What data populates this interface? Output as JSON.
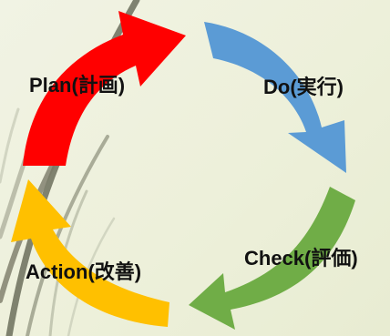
{
  "cycle": {
    "plan": {
      "label": "Plan(計画)",
      "color": "#ff0000"
    },
    "do": {
      "label": "Do(実行)",
      "color": "#5b9bd5"
    },
    "check": {
      "label": "Check(評価)",
      "color": "#70ad47"
    },
    "action": {
      "label": "Action(改善)",
      "color": "#ffc000"
    }
  }
}
